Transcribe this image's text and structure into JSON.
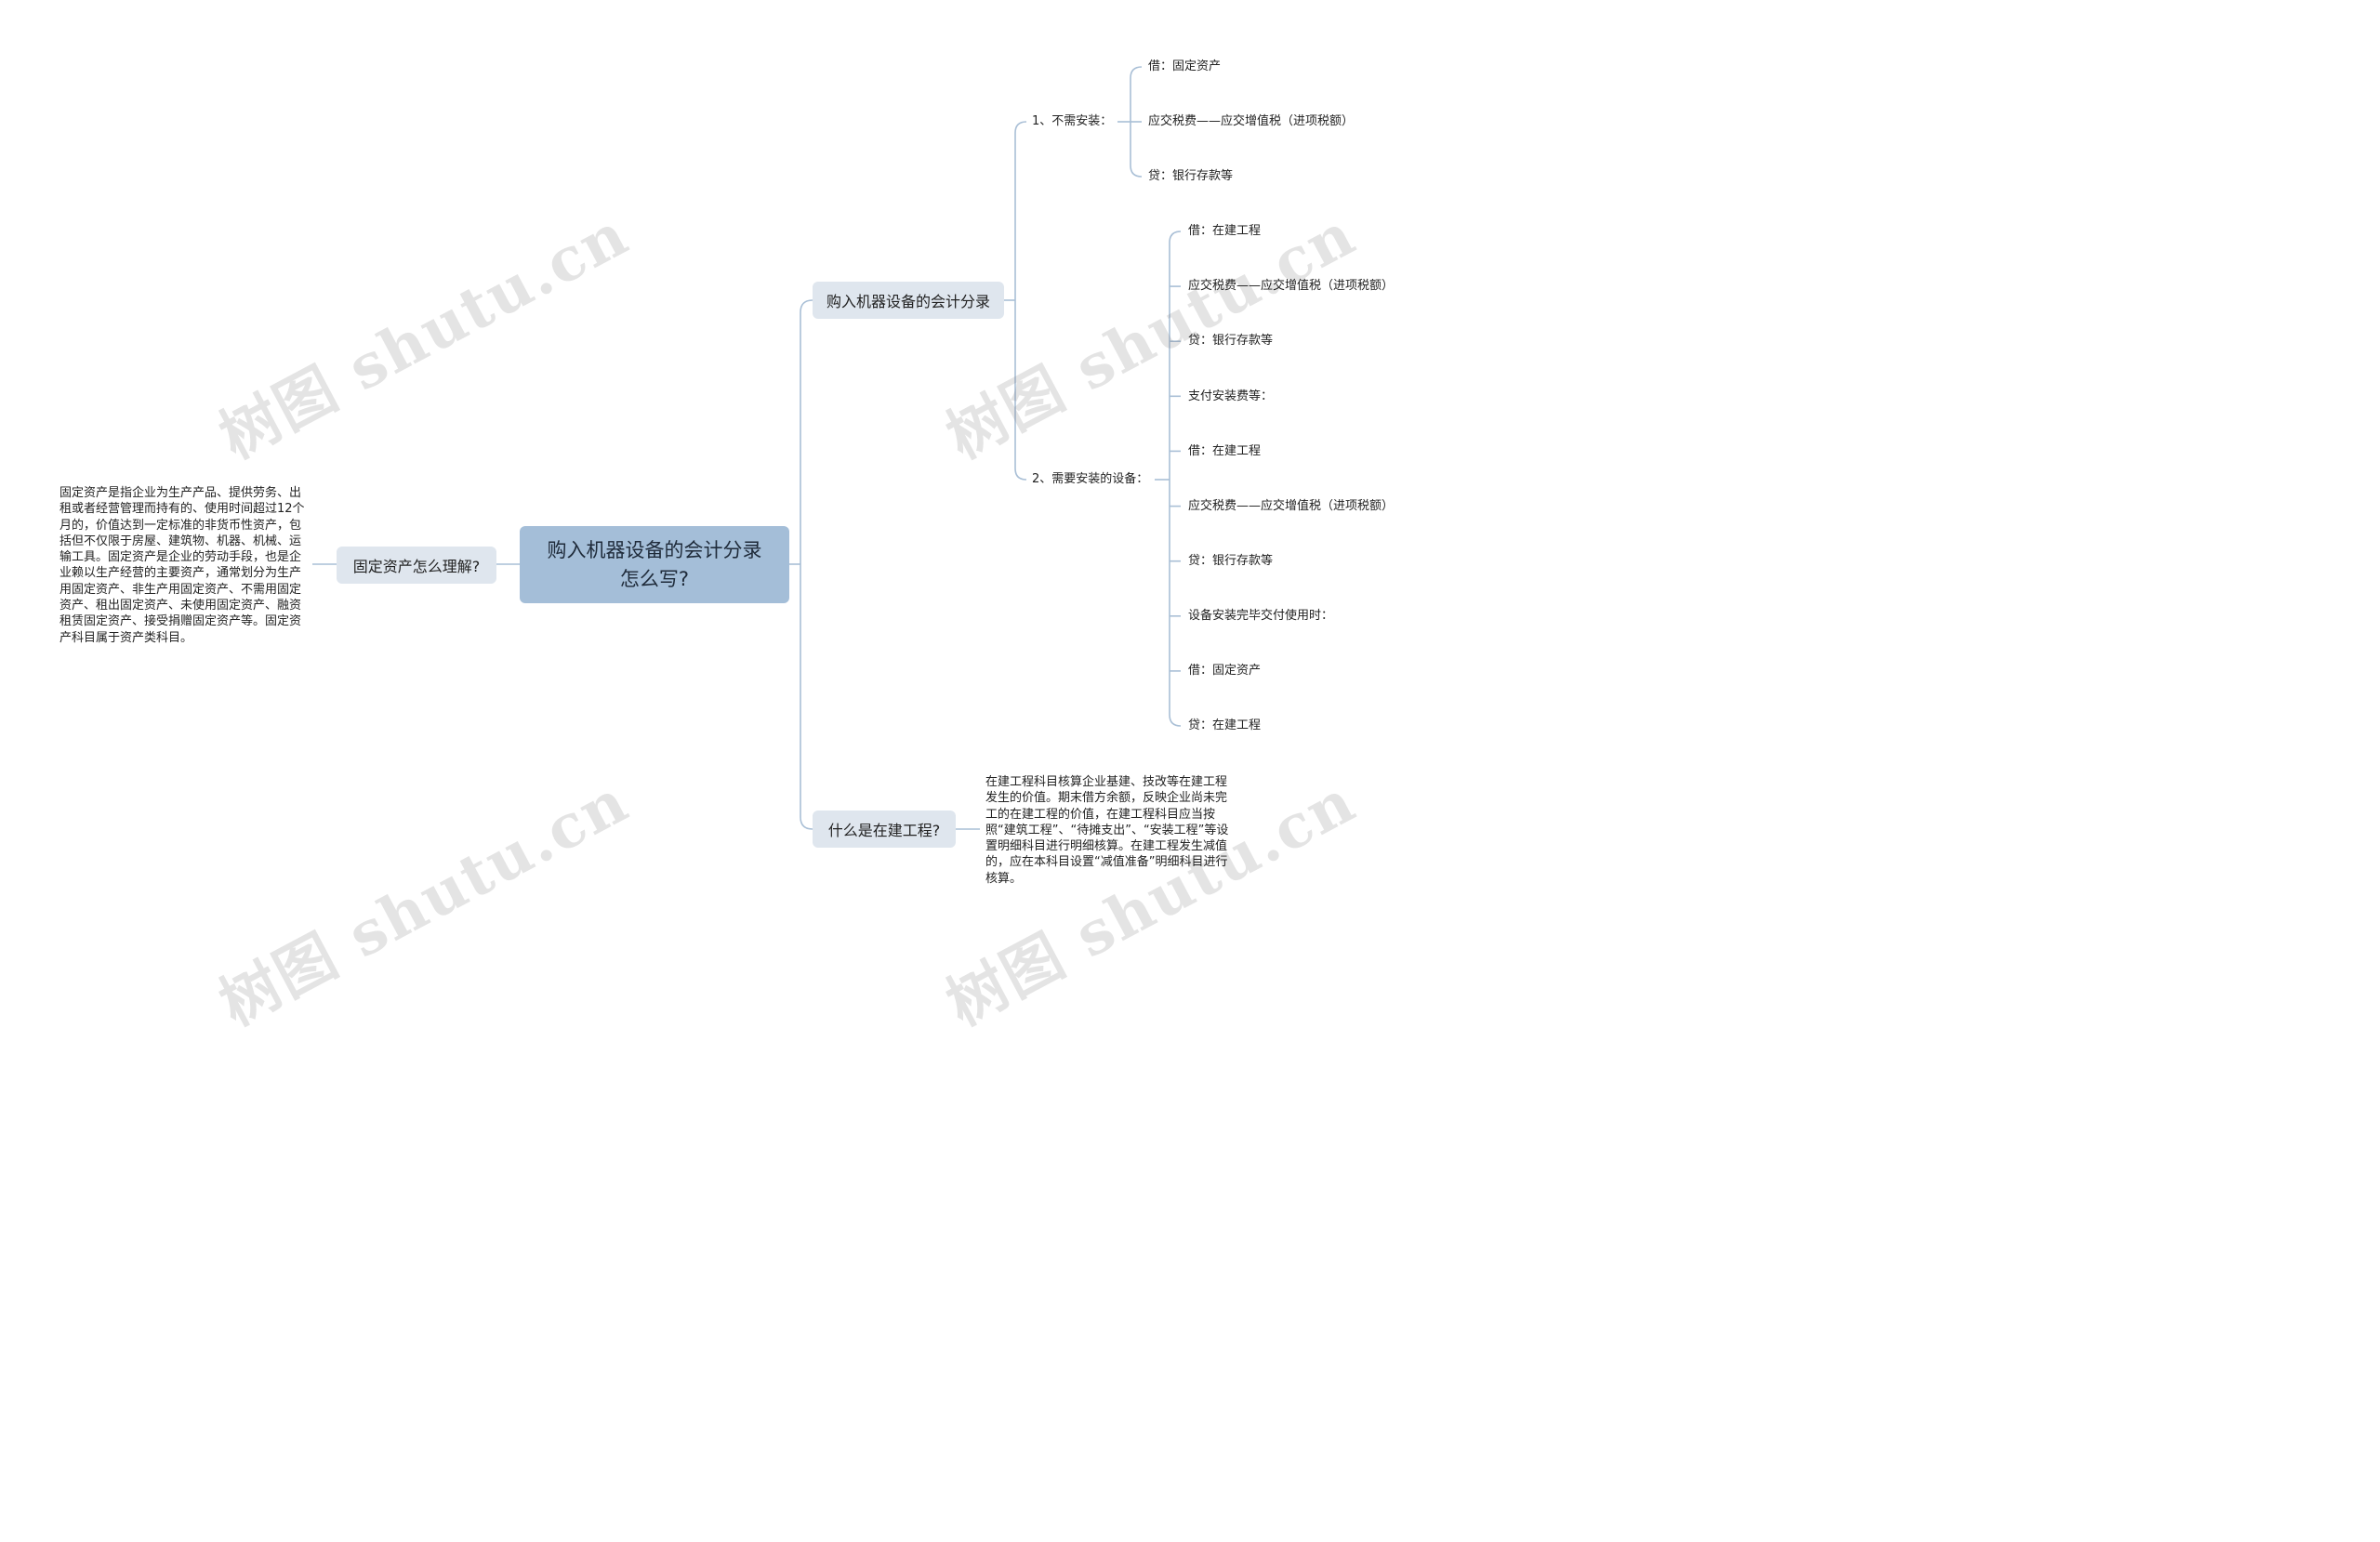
{
  "root": {
    "line1": "购入机器设备的会计分录",
    "line2": "怎么写?"
  },
  "branches": {
    "buy_entries": {
      "label": "购入机器设备的会计分录",
      "no_install": {
        "label": "1、不需安装：",
        "items": [
          "借：固定资产",
          "应交税费——应交增值税（进项税额）",
          "贷：银行存款等"
        ]
      },
      "need_install": {
        "label": "2、需要安装的设备：",
        "items": [
          "借：在建工程",
          "应交税费——应交增值税（进项税额）",
          "贷：银行存款等",
          "支付安装费等：",
          "借：在建工程",
          "应交税费——应交增值税（进项税额）",
          "贷：银行存款等",
          "设备安装完毕交付使用时：",
          "借：固定资产",
          "贷：在建工程"
        ]
      }
    },
    "construction_in_progress": {
      "label": "什么是在建工程?",
      "description": "在建工程科目核算企业基建、技改等在建工程发生的价值。期末借方余额，反映企业尚未完工的在建工程的价值，在建工程科目应当按照“建筑工程”、“待摊支出”、“安装工程”等设置明细科目进行明细核算。在建工程发生减值的，应在本科目设置“减值准备”明细科目进行核算。"
    },
    "fixed_assets": {
      "label": "固定资产怎么理解?",
      "description": "固定资产是指企业为生产产品、提供劳务、出租或者经营管理而持有的、使用时间超过12个月的，价值达到一定标准的非货币性资产，包括但不仅限于房屋、建筑物、机器、机械、运输工具。固定资产是企业的劳动手段，也是企业赖以生产经营的主要资产，通常划分为生产用固定资产、非生产用固定资产、不需用固定资产、租出固定资产、未使用固定资产、融资租赁固定资产、接受捐赠固定资产等。固定资产科目属于资产类科目。"
    }
  },
  "watermark": "树图 shutu.cn",
  "colors": {
    "root_fill": "#a4bed8",
    "branch_fill": "#dfe6ee",
    "connector": "#a9bfd6"
  }
}
